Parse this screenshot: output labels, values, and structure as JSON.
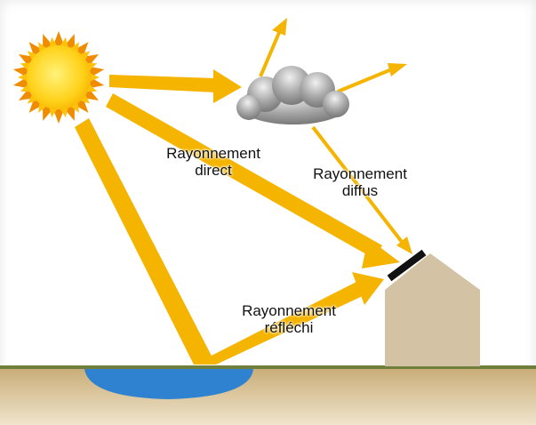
{
  "labels": {
    "direct": {
      "line1": "Rayonnement",
      "line2": "direct"
    },
    "diffus": {
      "line1": "Rayonnement",
      "line2": "diffus"
    },
    "reflechi": {
      "line1": "Rayonnement",
      "line2": "réfléchi"
    }
  },
  "colors": {
    "arrow": "#f4b400",
    "sun_core": "#ffd21a",
    "sun_rays": "#f08c00",
    "cloud": "#9a9a9a",
    "ground": "#d7bd8c",
    "ground_line": "#6f7f3b",
    "water": "#2f82cf",
    "house": "#d3c2a3",
    "panel": "#111111"
  },
  "icons": [
    "sun-icon",
    "cloud-icon",
    "house-icon",
    "solar-panel-icon",
    "water-pond-icon"
  ]
}
